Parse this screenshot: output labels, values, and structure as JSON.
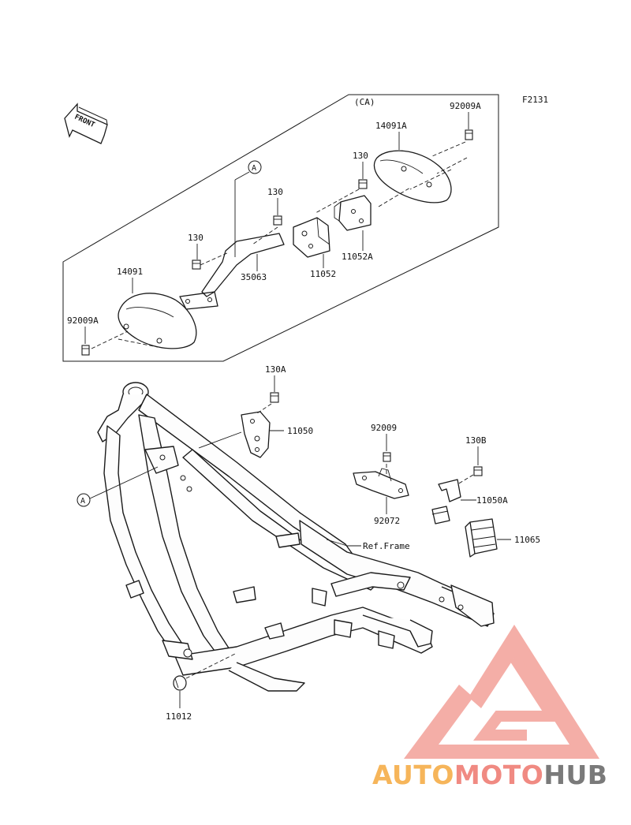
{
  "figure_code": "F2131",
  "front_marker": "FRONT",
  "group_label": "(CA)",
  "ref_a": "A",
  "ref_frame": "Ref.Frame",
  "parts": {
    "p92009A_top": "92009A",
    "p14091A": "14091A",
    "p130_upper": "130",
    "p130_mid": "130",
    "p130_left": "130",
    "p11052A": "11052A",
    "p11052": "11052",
    "p35063": "35063",
    "p14091": "14091",
    "p92009A_left": "92009A",
    "p130A": "130A",
    "p11050": "11050",
    "p92009": "92009",
    "p92072": "92072",
    "p130B": "130B",
    "p11050A": "11050A",
    "p11065": "11065",
    "p11012": "11012"
  },
  "watermark": {
    "part1": "AUTO",
    "part2": "MOTO",
    "part3": "HUB",
    "color1": "#f6b55a",
    "color2": "#f08a82",
    "color3": "#7a7a7a",
    "logo_color": "#f29a92"
  }
}
